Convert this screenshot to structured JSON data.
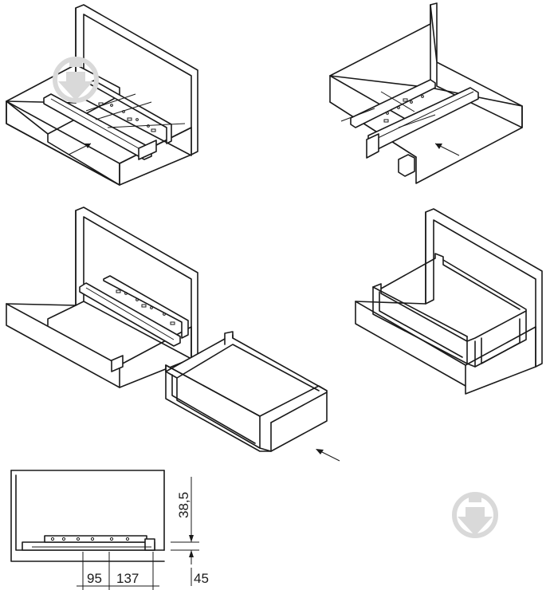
{
  "diagram": {
    "dimensions": {
      "height_label": "38,5",
      "left_offset_label": "95",
      "mid_offset_label": "137",
      "bottom_offset_label": "45"
    },
    "icons": {
      "watermark": "download-shield-icon",
      "arrow": "insert-arrow-icon"
    },
    "colors": {
      "line": "#1a1a1a",
      "watermark": "#d9d9d9",
      "background": "#ffffff"
    }
  }
}
